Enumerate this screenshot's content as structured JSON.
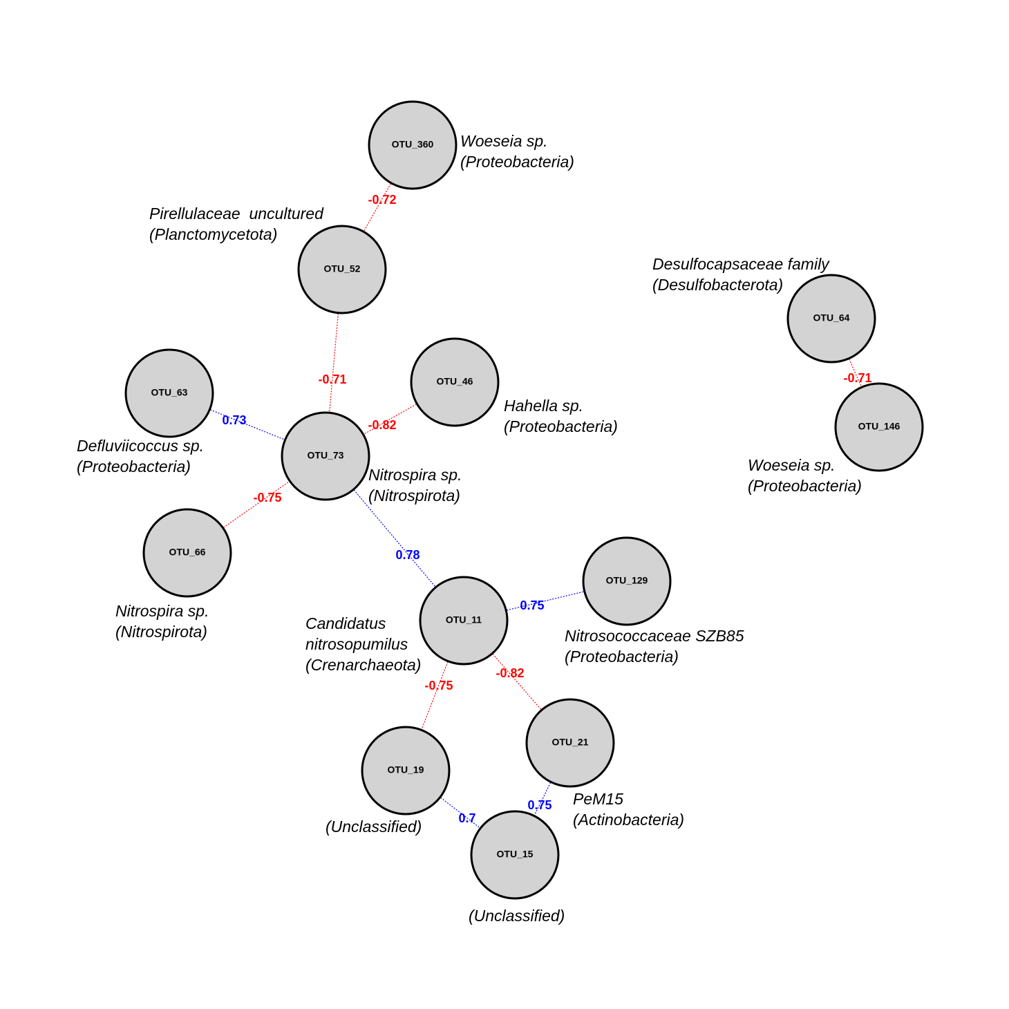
{
  "colors": {
    "negative": "#ff0000",
    "positive": "#0000ff",
    "node_fill": "#d3d3d3"
  },
  "nodes": [
    {
      "id": "OTU_360",
      "label": "OTU_360",
      "taxon": [
        "Woeseia sp.",
        "(Proteobacteria)"
      ]
    },
    {
      "id": "OTU_52",
      "label": "OTU_52",
      "taxon": [
        "Pirellulaceae  uncultured",
        "(Planctomycetota)"
      ]
    },
    {
      "id": "OTU_73",
      "label": "OTU_73",
      "taxon": [
        "Nitrospira sp.",
        "(Nitrospirota)"
      ]
    },
    {
      "id": "OTU_63",
      "label": "OTU_63",
      "taxon": [
        "Defluviicoccus sp.",
        "(Proteobacteria)"
      ]
    },
    {
      "id": "OTU_46",
      "label": "OTU_46",
      "taxon": [
        "Hahella sp.",
        "(Proteobacteria)"
      ]
    },
    {
      "id": "OTU_66",
      "label": "OTU_66",
      "taxon": [
        "Nitrospira sp.",
        "(Nitrospirota)"
      ]
    },
    {
      "id": "OTU_11",
      "label": "OTU_11",
      "taxon": [
        "Candidatus",
        "nitrosopumilus",
        "(Crenarchaeota)"
      ]
    },
    {
      "id": "OTU_129",
      "label": "OTU_129",
      "taxon": [
        "Nitrosococcaceae SZB85",
        "(Proteobacteria)"
      ]
    },
    {
      "id": "OTU_19",
      "label": "OTU_19",
      "taxon": [
        "(Unclassified)"
      ]
    },
    {
      "id": "OTU_21",
      "label": "OTU_21",
      "taxon": [
        "PeM15",
        "(Actinobacteria)"
      ]
    },
    {
      "id": "OTU_15",
      "label": "OTU_15",
      "taxon": [
        "(Unclassified)"
      ]
    },
    {
      "id": "OTU_64",
      "label": "OTU_64",
      "taxon": [
        "Desulfocapsaceae family",
        "(Desulfobacterota)"
      ]
    },
    {
      "id": "OTU_146",
      "label": "OTU_146",
      "taxon": [
        "Woeseia sp.",
        "(Proteobacteria)"
      ]
    }
  ],
  "edges": [
    {
      "source": "OTU_360",
      "target": "OTU_52",
      "weight": "-0.72",
      "sign": "negative"
    },
    {
      "source": "OTU_52",
      "target": "OTU_73",
      "weight": "-0.71",
      "sign": "negative"
    },
    {
      "source": "OTU_63",
      "target": "OTU_73",
      "weight": "0.73",
      "sign": "positive"
    },
    {
      "source": "OTU_46",
      "target": "OTU_73",
      "weight": "-0.82",
      "sign": "negative"
    },
    {
      "source": "OTU_66",
      "target": "OTU_73",
      "weight": "-0.75",
      "sign": "negative"
    },
    {
      "source": "OTU_73",
      "target": "OTU_11",
      "weight": "0.78",
      "sign": "positive"
    },
    {
      "source": "OTU_11",
      "target": "OTU_129",
      "weight": "0.75",
      "sign": "positive"
    },
    {
      "source": "OTU_11",
      "target": "OTU_19",
      "weight": "-0.75",
      "sign": "negative"
    },
    {
      "source": "OTU_11",
      "target": "OTU_21",
      "weight": "-0.82",
      "sign": "negative"
    },
    {
      "source": "OTU_19",
      "target": "OTU_15",
      "weight": "0.7",
      "sign": "positive"
    },
    {
      "source": "OTU_21",
      "target": "OTU_15",
      "weight": "0.75",
      "sign": "positive"
    },
    {
      "source": "OTU_64",
      "target": "OTU_146",
      "weight": "-0.71",
      "sign": "negative"
    }
  ]
}
